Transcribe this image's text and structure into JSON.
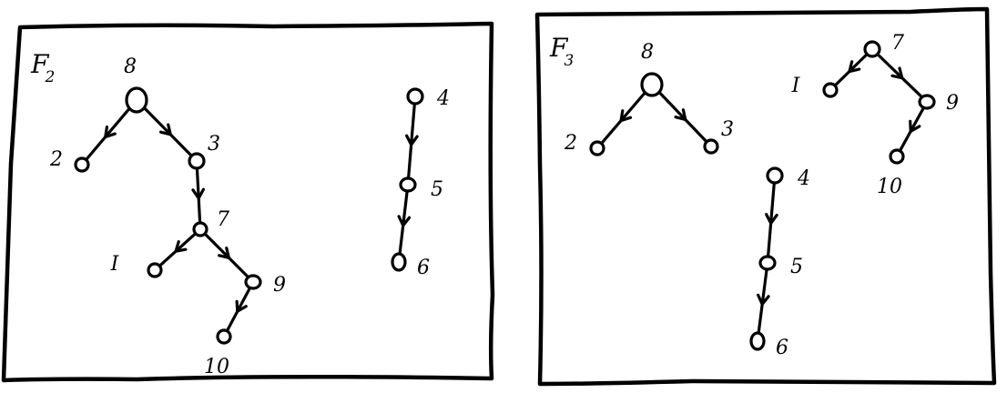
{
  "colors": {
    "ink": "#000000",
    "paper": "#ffffff"
  },
  "panels": [
    {
      "title": {
        "letter": "F",
        "subscript": "2"
      },
      "nodes": [
        {
          "id": "8",
          "label": "8"
        },
        {
          "id": "2",
          "label": "2"
        },
        {
          "id": "3",
          "label": "3"
        },
        {
          "id": "7",
          "label": "7"
        },
        {
          "id": "I",
          "label": "I"
        },
        {
          "id": "9",
          "label": "9"
        },
        {
          "id": "10",
          "label": "10"
        },
        {
          "id": "4",
          "label": "4"
        },
        {
          "id": "5",
          "label": "5"
        },
        {
          "id": "6",
          "label": "6"
        }
      ],
      "edges": [
        [
          "8",
          "2"
        ],
        [
          "8",
          "3"
        ],
        [
          "3",
          "7"
        ],
        [
          "7",
          "I"
        ],
        [
          "7",
          "9"
        ],
        [
          "9",
          "10"
        ],
        [
          "4",
          "5"
        ],
        [
          "5",
          "6"
        ]
      ]
    },
    {
      "title": {
        "letter": "F",
        "subscript": "3"
      },
      "nodes": [
        {
          "id": "8",
          "label": "8"
        },
        {
          "id": "2",
          "label": "2"
        },
        {
          "id": "3",
          "label": "3"
        },
        {
          "id": "7",
          "label": "7"
        },
        {
          "id": "I",
          "label": "I"
        },
        {
          "id": "9",
          "label": "9"
        },
        {
          "id": "10",
          "label": "10"
        },
        {
          "id": "4",
          "label": "4"
        },
        {
          "id": "5",
          "label": "5"
        },
        {
          "id": "6",
          "label": "6"
        }
      ],
      "edges": [
        [
          "8",
          "2"
        ],
        [
          "8",
          "3"
        ],
        [
          "7",
          "I"
        ],
        [
          "7",
          "9"
        ],
        [
          "9",
          "10"
        ],
        [
          "4",
          "5"
        ],
        [
          "5",
          "6"
        ]
      ]
    }
  ]
}
